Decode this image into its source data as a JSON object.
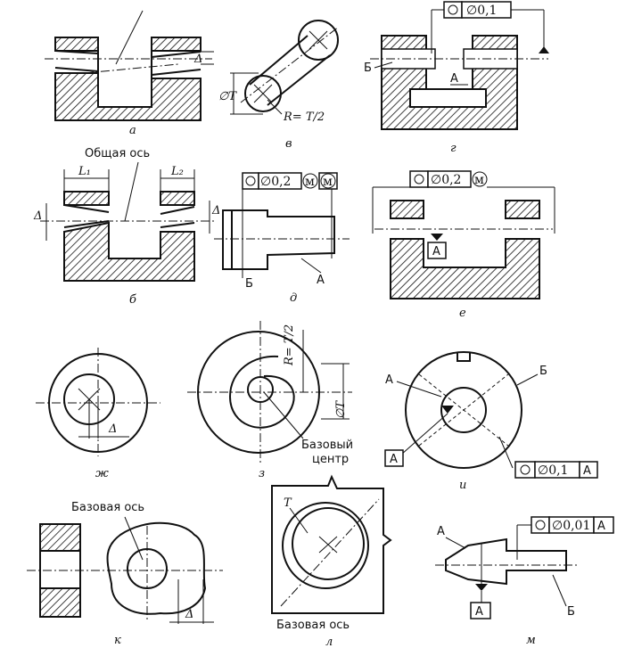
{
  "labels": {
    "delta": "Δ",
    "L1": "L₁",
    "L2": "L₂",
    "dT": "∅T",
    "R": "R= T/2",
    "A": "А",
    "B": "Б",
    "common_axis": "Общая ось",
    "base_center_1": "Базовый",
    "base_center_2": "центр",
    "base_axis": "Базовая ось",
    "T": "T"
  },
  "frames": {
    "g_tol": "∅0,1",
    "d_tol": "∅0,2",
    "d_m1": "м",
    "d_m2": "м",
    "e_tol": "∅0,2",
    "e_m": "м",
    "i_tol": "∅0,1",
    "i_ref": "А",
    "m_tol": "∅0,01",
    "m_ref": "А"
  },
  "captions": {
    "a": "а",
    "b": "б",
    "v": "в",
    "g": "г",
    "d": "д",
    "e": "е",
    "zh": "ж",
    "z": "з",
    "i": "и",
    "k": "к",
    "l": "л",
    "m": "м"
  }
}
